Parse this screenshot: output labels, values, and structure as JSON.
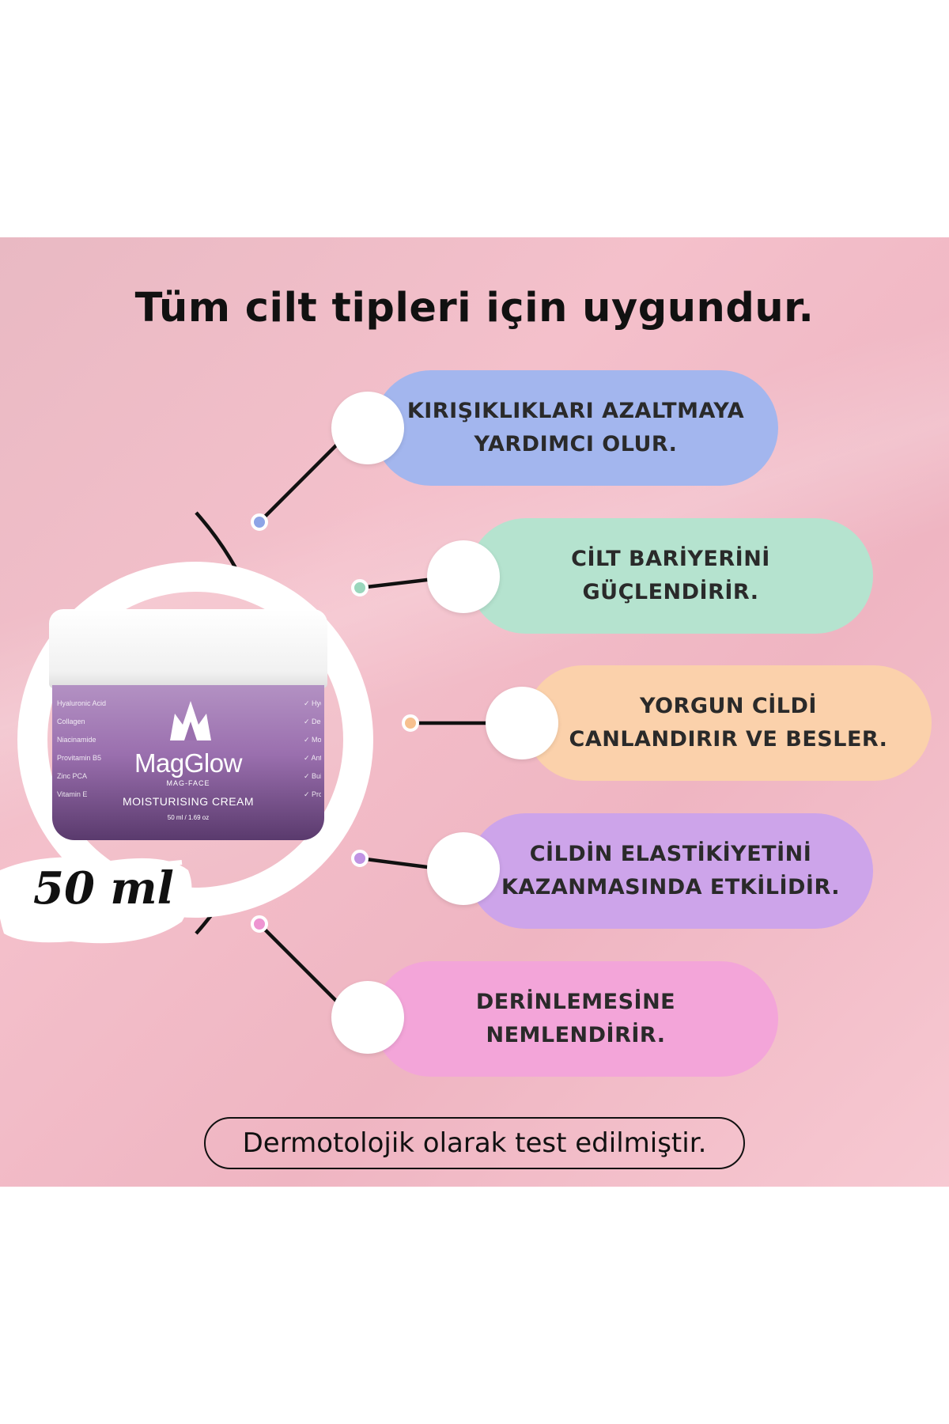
{
  "headline": "Tüm cilt tipleri için uygundur.",
  "benefits": [
    {
      "text": "KIRIŞIKLIKLARI AZALTMAYA\nYARDIMCI OLUR.",
      "color": "#a3b6ee",
      "node_color": "#8ea4e6"
    },
    {
      "text": "CİLT BARİYERİNİ\nGÜÇLENDİRİR.",
      "color": "#b5e3cf",
      "node_color": "#9ad6bc"
    },
    {
      "text": "YORGUN CİLDİ\nCANLANDIRIR VE BESLER.",
      "color": "#fbd1ab",
      "node_color": "#f7c08f"
    },
    {
      "text": "CİLDİN ELASTİKİYETİNİ\nKAZANMASINDA ETKİLİDİR.",
      "color": "#cda4ea",
      "node_color": "#c093e3"
    },
    {
      "text": "DERİNLEMESİNE\nNEMLENDİRİR.",
      "color": "#f3a5d9",
      "node_color": "#ee94d1"
    }
  ],
  "product": {
    "brand": "MagGlow",
    "sub_brand": "MAG-FACE",
    "name": "MOISTURISING CREAM",
    "volume_text": "50 ml / 1.69 oz",
    "ingredients": [
      "Hyaluronic Acid",
      "Collagen",
      "Niacinamide",
      "Provitamin B5",
      "Zinc PCA",
      "Vitamin E"
    ],
    "benefit_marks": [
      "✓ Hyd",
      "✓ Dee",
      "✓ Moi",
      "✓ Anti",
      "✓ Buil",
      "✓ Prot"
    ]
  },
  "size_label": "50 ml",
  "footer_note": "Dermotolojik olarak test edilmiştir.",
  "colors": {
    "background": "#f4c0cb",
    "line": "#111111"
  }
}
